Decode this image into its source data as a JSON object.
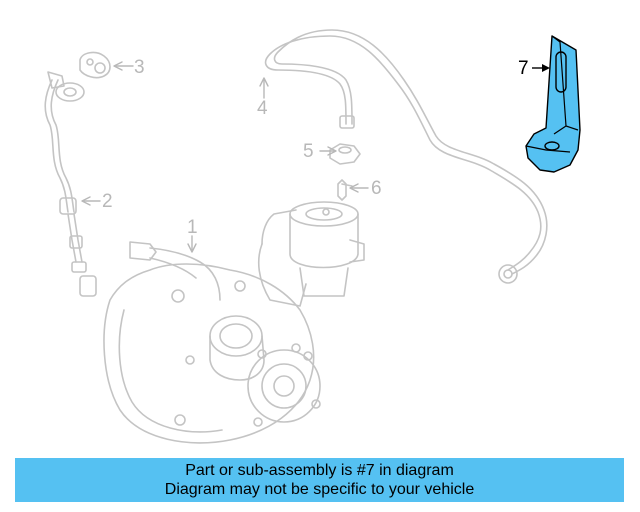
{
  "callouts": {
    "c1": "1",
    "c2": "2",
    "c3": "3",
    "c4": "4",
    "c5": "5",
    "c6": "6",
    "c7": "7"
  },
  "highlight_part": "7",
  "colors": {
    "line_faded": "#c4c4c4",
    "highlight_fill": "#55c1f2",
    "banner_bg": "#55c1f2",
    "text_dark": "#000000"
  },
  "banner": {
    "line1": "Part or sub-assembly is #7 in diagram",
    "line2": "Diagram may not be specific to your vehicle"
  }
}
